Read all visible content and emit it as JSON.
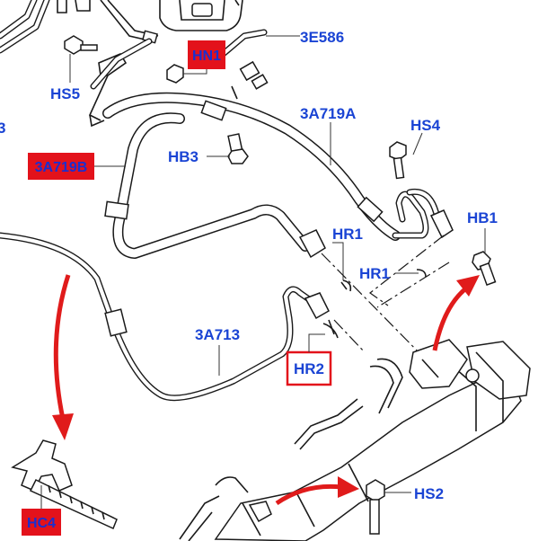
{
  "labels": {
    "hn1": "HN1",
    "p3e586": "3E586",
    "hs5": "HS5",
    "p3a719a": "3A719A",
    "hs4": "HS4",
    "hb3": "HB3",
    "p3a719b": "3A719B",
    "hb1": "HB1",
    "hr1_top": "HR1",
    "hr1_mid": "HR1",
    "p3a713": "3A713",
    "hr2": "HR2",
    "hs2": "HS2",
    "hc4": "HC4",
    "left_edge": "3"
  },
  "colors": {
    "label_blue": "#1a44d4",
    "highlight_red": "#e3121b",
    "highlight_text": "#1a2fd0",
    "box_outline": "#e3121b",
    "arrow_red": "#e01b1b"
  }
}
